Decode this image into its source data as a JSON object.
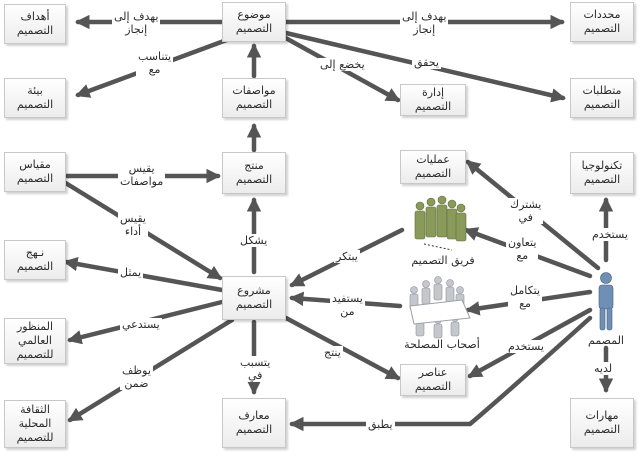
{
  "nodes": {
    "design_goals": "أهداف\nالتصميم",
    "design_subject": "موضوع\nالتصميم",
    "design_constraints": "محددات\nالتصميم",
    "design_structure": "بيئة\nالتصميم",
    "design_specs": "مواصفات\nالتصميم",
    "design_management": "إدارة\nالتصميم",
    "design_requirements": "متطلبات\nالتصميم",
    "design_measure": "مقياس\nالتصميم",
    "design_product": "منتج\nالتصميم",
    "design_processes": "عمليات\nالتصميم",
    "design_technology": "تكنولوجيا\nالتصميم",
    "design_approach": "نـهج\nالتصميم",
    "design_project": "مشروع\nالتصميم",
    "world_view": "المنظور\nالعالمي\nللتصميم",
    "design_elements": "عناصر\nالتصميم",
    "local_culture": "الثقافة\nالمحلية\nللتصميم",
    "design_knowledge": "معارف\nالتصميم",
    "design_skills": "مهارات\nالتصميم"
  },
  "captions": {
    "design_team": "فريق التصميم",
    "stakeholders": "أصحاب المصلحة",
    "designer": "المصمم"
  },
  "edge_labels": {
    "aims_achieve_goals": "يهدف إلى\nإنجاز",
    "aims_achieve_constraints": "يهدف إلى\nإنجاز",
    "fits_with": "يتناسب\nمع",
    "subject_to": "يخضع إلى",
    "achieves": "يحقق",
    "measures_specs": "يقيس\nمواصفات",
    "measures_performance": "يقيس\nأداء",
    "shares_in": "يشترك\nفي",
    "uses_technology": "يستخدم",
    "cooperates_with": "يتعاون\nمع",
    "innovates": "يبتكر",
    "represents": "يمثل",
    "forms": "يشكل",
    "integrates_with": "يتكامل\nمع",
    "benefits_from": "يستفيد\nمن",
    "invokes": "يستدعي",
    "uses_elements": "يستخدم",
    "employs_within": "يوظف\nضمن",
    "causes_in": "يتسبب\nفي",
    "produces": "ينتج",
    "has": "لديه",
    "applies": "يطبق"
  },
  "colors": {
    "arrow": "#555555",
    "node_border": "#c8c8c8",
    "team_figure": "#8a9a5b",
    "stakeholder_figure": "#c4c8cc",
    "designer_figure": "#6f8fb5"
  },
  "icons": {
    "design_team": "group-people-icon",
    "stakeholders": "meeting-table-icon",
    "designer": "person-icon"
  }
}
